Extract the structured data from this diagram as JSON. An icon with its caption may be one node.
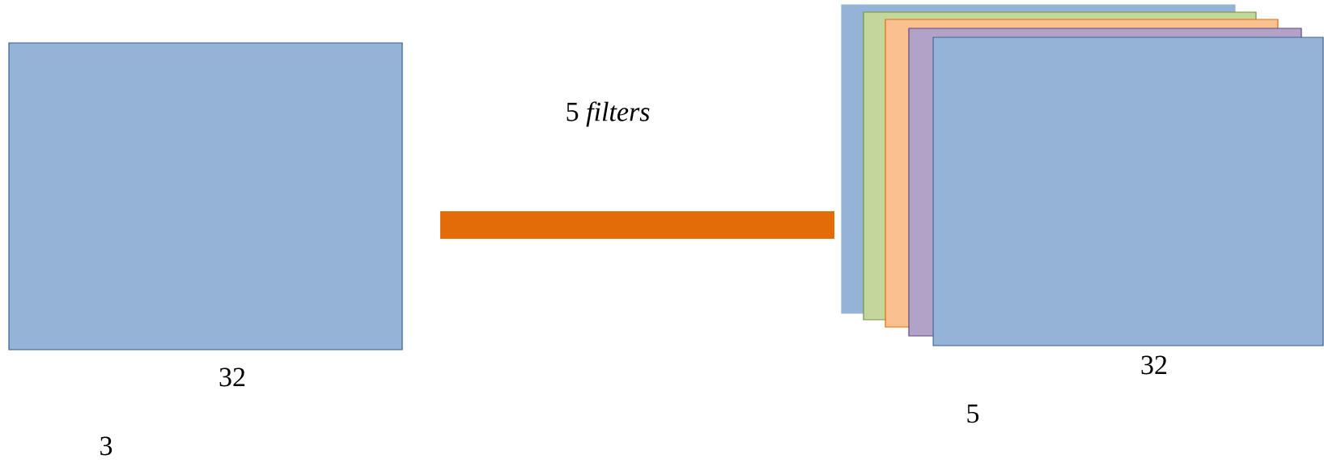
{
  "diagram": {
    "nodes": [
      {
        "text": [],
        "shape": "box"
      },
      {
        "text": [],
        "shape": "bar"
      },
      {
        "text": [],
        "shape": "box"
      },
      {
        "text": [],
        "shape": "box"
      },
      {
        "text": [],
        "shape": "box"
      },
      {
        "text": [],
        "shape": "box"
      },
      {
        "text": [],
        "shape": "box"
      }
    ],
    "labels": [
      "5 *filters*",
      "32",
      "3",
      "32",
      "5"
    ]
  }
}
